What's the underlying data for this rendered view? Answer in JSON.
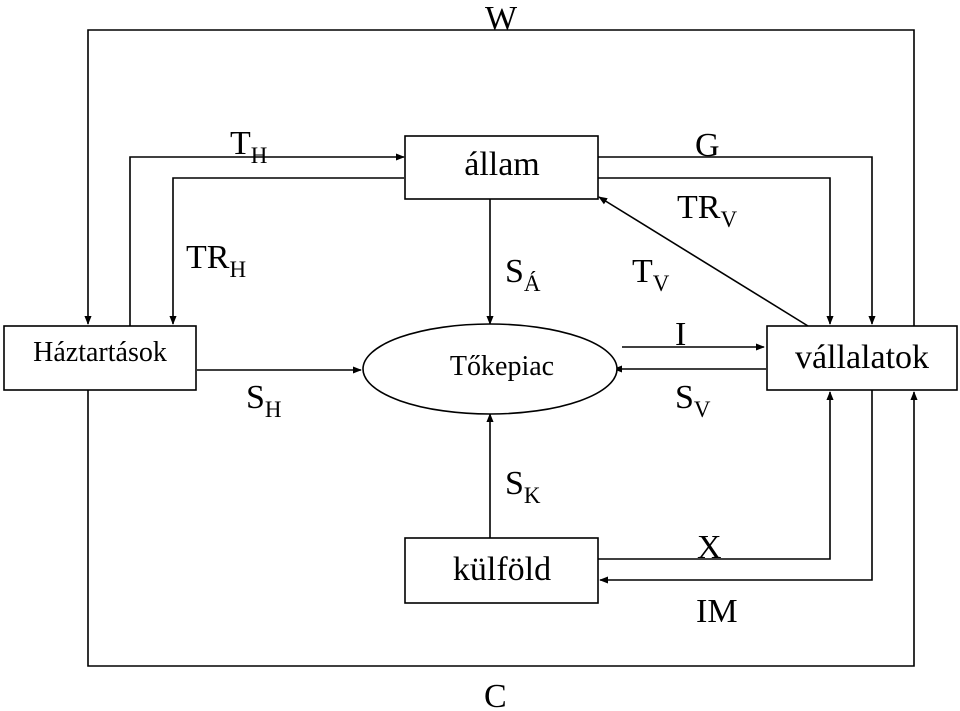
{
  "nodes": {
    "haztartasok": "Háztartások",
    "allam": "állam",
    "tokepiac": "Tőkepiac",
    "vallalatok": "vállalatok",
    "kulfold": "külföld"
  },
  "flows": {
    "W": {
      "main": "W",
      "sub": ""
    },
    "C": {
      "main": "C",
      "sub": ""
    },
    "TH": {
      "main": "T",
      "sub": "H"
    },
    "TRH": {
      "main": "TR",
      "sub": "H"
    },
    "G": {
      "main": "G",
      "sub": ""
    },
    "TRV": {
      "main": "TR",
      "sub": "V"
    },
    "SA": {
      "main": "S",
      "sub": "Á"
    },
    "TV": {
      "main": "T",
      "sub": "V"
    },
    "SH": {
      "main": "S",
      "sub": "H"
    },
    "I": {
      "main": "I",
      "sub": ""
    },
    "SV": {
      "main": "S",
      "sub": "V"
    },
    "SK": {
      "main": "S",
      "sub": "K"
    },
    "X": {
      "main": "X",
      "sub": ""
    },
    "IM": {
      "main": "IM",
      "sub": ""
    }
  }
}
